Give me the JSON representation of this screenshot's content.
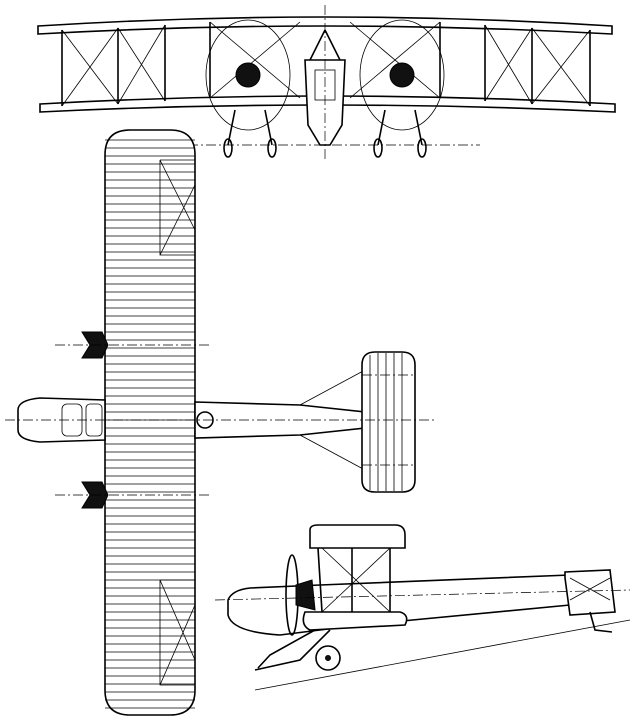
{
  "drawing": {
    "subject": "biplane-three-view",
    "views": [
      "front",
      "plan",
      "side"
    ],
    "colors": {
      "line": "#000000",
      "background": "#ffffff"
    }
  }
}
